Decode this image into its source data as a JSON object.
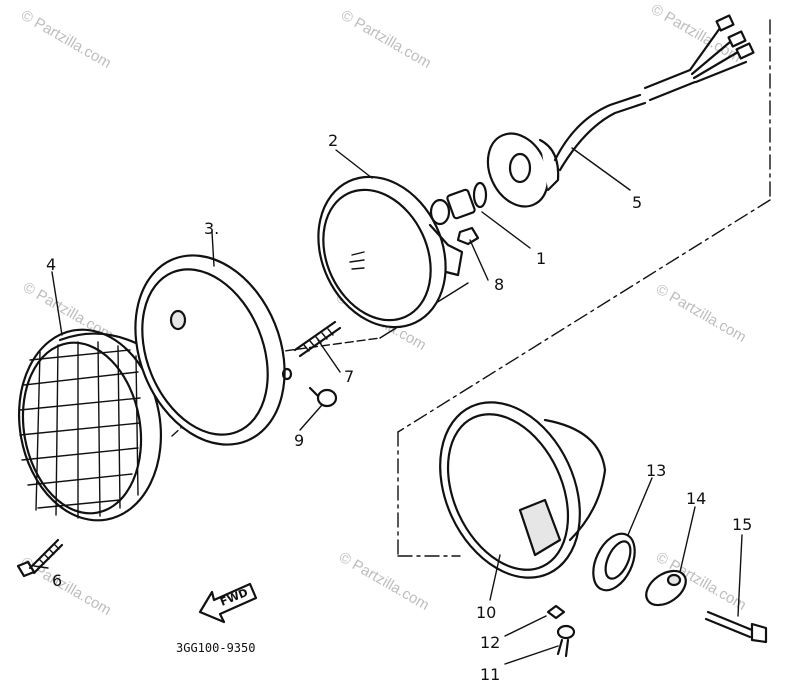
{
  "watermark": "© Partzilla.com",
  "diagram_code": "3GG100-9350",
  "fwd_label": "FWD",
  "callouts": {
    "c1": "1",
    "c2": "2",
    "c3": "3.",
    "c4": "4",
    "c5": "5",
    "c6": "6",
    "c7": "7",
    "c8": "8",
    "c9": "9",
    "c10": "10",
    "c11": "11",
    "c12": "12",
    "c13": "13",
    "c14": "14",
    "c15": "15"
  }
}
